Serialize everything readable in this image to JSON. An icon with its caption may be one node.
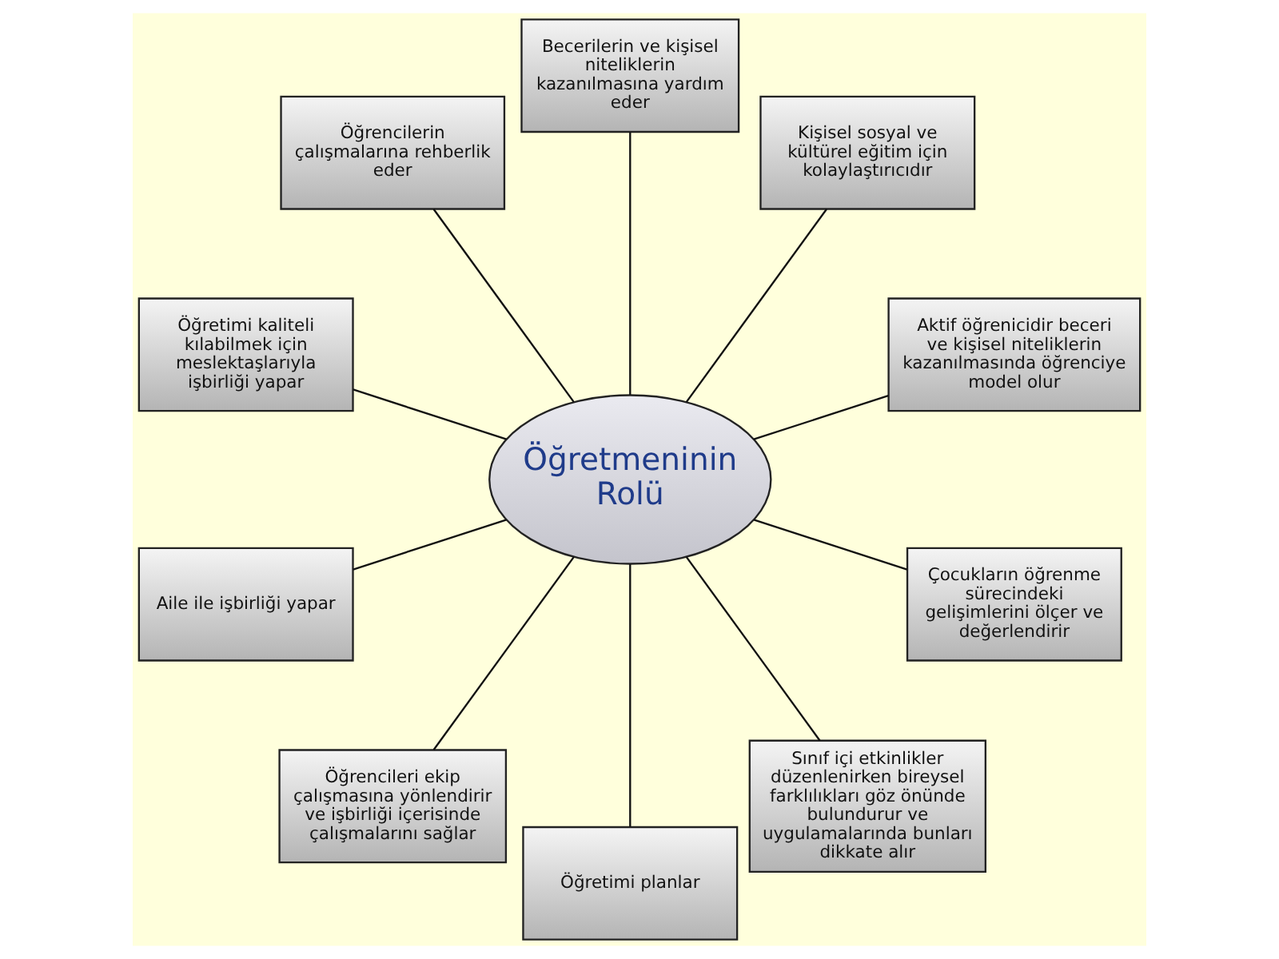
{
  "diagram": {
    "nodes": [
      {
        "text": [
          "Öğretmeninin Rolü"
        ]
      },
      {
        "text": [
          "Becerilerin ve kişisel niteliklerin kazanılmasına yardım eder"
        ]
      },
      {
        "text": [
          "Öğrencilerin çalışmalarına rehberlik eder"
        ]
      },
      {
        "text": [
          "Kişisel sosyal ve kültürel eğitim için kolaylaştırıcıdır"
        ]
      },
      {
        "text": [
          "Aktif öğrenicidir beceri ve kişisel niteliklerin kazanılmasında öğrenciye model olur"
        ]
      },
      {
        "text": [
          "Öğretimi kaliteli kılabilmek için meslektaşlarıyla işbirliği yapar"
        ]
      },
      {
        "text": [
          "Çocukların öğrenme sürecindeki gelişimlerini ölçer ve değerlendirir"
        ]
      },
      {
        "text": [
          "Sınıf içi etkinlikler düzenlenirken bireysel farklılıkları göz önünde bulundurur ve uygulamalarında bunları dikkate alır"
        ]
      },
      {
        "text": [
          "Aile ile işbirliği yapar"
        ]
      },
      {
        "text": [
          "Öğretimi planlar"
        ]
      },
      {
        "text": [
          "Öğrencileri ekip çalışmasına yönlendirir ve işbirliği içerisinde çalışmalarını sağlar"
        ]
      }
    ],
    "edges": [
      {
        "from": 0,
        "to": 1,
        "arrow": "none"
      },
      {
        "from": 0,
        "to": 3,
        "arrow": "none"
      },
      {
        "from": 0,
        "to": 4,
        "arrow": "none"
      },
      {
        "from": 0,
        "to": 6,
        "arrow": "none"
      },
      {
        "from": 0,
        "to": 7,
        "arrow": "none"
      },
      {
        "from": 0,
        "to": 9,
        "arrow": "none"
      },
      {
        "from": 0,
        "to": 10,
        "arrow": "none"
      },
      {
        "from": 0,
        "to": 8,
        "arrow": "none"
      },
      {
        "from": 0,
        "to": 5,
        "arrow": "none"
      },
      {
        "from": 0,
        "to": 2,
        "arrow": "none"
      }
    ]
  }
}
